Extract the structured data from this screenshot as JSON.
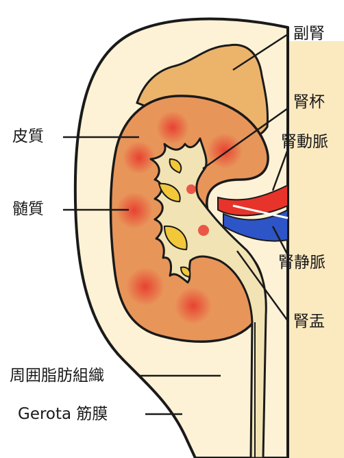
{
  "labels": {
    "adrenal": "副腎",
    "calyx": "腎杯",
    "cortex": "皮質",
    "renal_artery": "腎動脈",
    "medulla": "髄質",
    "renal_vein": "腎静脈",
    "pelvis": "腎盂",
    "perirenal_fat": "周囲脂肪組織",
    "gerota_fascia": "Gerota 筋膜"
  },
  "colors": {
    "fat": "#fdf2d6",
    "fat_band": "#fbe9c0",
    "kidney": "#e8955a",
    "adrenal": "#ecb36b",
    "pelvis": "#f1e3b4",
    "papilla": "#f2c83a",
    "artery": "#e8332a",
    "vein": "#2e55c8",
    "outline": "#1a1a1a"
  }
}
